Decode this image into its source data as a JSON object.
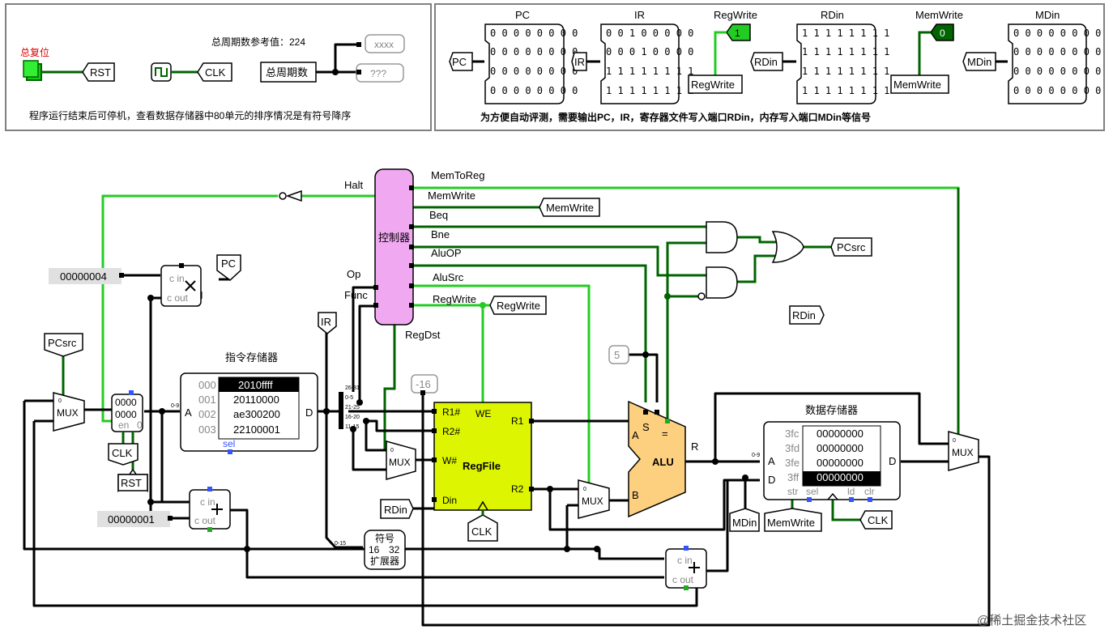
{
  "panel_left": {
    "reset_label": "总复位",
    "cycles_ref": "总周期数参考值：224",
    "rst_tunnel": "RST",
    "clk_tunnel": "CLK",
    "cycles_tunnel": "总周期数",
    "probe_top": "xxxx",
    "probe_bottom": "???",
    "note": "程序运行结束后可停机，查看数据存储器中80单元的排序情况是有符号降序"
  },
  "panel_right": {
    "note": "为方便自动评测，需要输出PC，IR，寄存器文件写入端口RDin，内存写入端口MDin等信号",
    "pc": {
      "title": "PC",
      "tunnel": "PC",
      "bits": [
        "0 0 0 0 0 0 0 0",
        "0 0 0 0 0 0 0 0",
        "0 0 0 0 0 0 0 0",
        "0 0 0 0 0 0 0 0"
      ]
    },
    "ir": {
      "title": "IR",
      "tunnel": "IR",
      "bits": [
        "0 0 1 0 0 0 0 0",
        "0 0 0 1 0 0 0 0",
        "1 1 1 1 1 1 1 1",
        "1 1 1 1 1 1 1 1"
      ]
    },
    "regwrite": {
      "title": "RegWrite",
      "tunnel": "RegWrite",
      "value": "1"
    },
    "rdin": {
      "title": "RDin",
      "tunnel": "RDin",
      "bits": [
        "1 1 1 1 1 1 1 1",
        "1 1 1 1 1 1 1 1",
        "1 1 1 1 1 1 1 1",
        "1 1 1 1 1 1 1 1"
      ]
    },
    "memwrite": {
      "title": "MemWrite",
      "tunnel": "MemWrite",
      "value": "0"
    },
    "mdin": {
      "title": "MDin",
      "tunnel": "MDin",
      "bits": [
        "0 0 0 0 0 0 0 0",
        "0 0 0 0 0 0 0 0",
        "0 0 0 0 0 0 0 0",
        "0 0 0 0 0 0 0 0"
      ]
    }
  },
  "controller": {
    "title": "控制器",
    "outputs": [
      "Halt",
      "MemToReg",
      "MemWrite",
      "Beq",
      "Bne",
      "AluOP",
      "AluSrc",
      "RegWrite",
      "RegDst"
    ],
    "inputs": [
      "Op",
      "Func"
    ]
  },
  "tunnels": {
    "memwrite": "MemWrite",
    "pcsrc_out": "PCsrc",
    "regwrite": "RegWrite",
    "rdin_right": "RDin",
    "pc": "PC",
    "ir": "IR",
    "pcsrc_in": "PCsrc",
    "clk_pc": "CLK",
    "rst_pc": "RST",
    "rdin_reg": "RDin",
    "clk_reg": "CLK",
    "mdin": "MDin",
    "memwrite_ram": "MemWrite",
    "clk_ram": "CLK"
  },
  "constants": {
    "four": "00000004",
    "one": "00000001",
    "minus16": "-16",
    "five": "5"
  },
  "adder_pc": {
    "cin": "c in",
    "cout": "c out"
  },
  "adder_inc": {
    "cin": "c in",
    "cout": "c out"
  },
  "adder_branch": {
    "cin": "c in",
    "cout": "c out"
  },
  "pc_mux": {
    "label": "MUX",
    "zero": "0"
  },
  "pc_reg": {
    "q": "0000",
    "d": "0000",
    "en": "en",
    "zero": "0"
  },
  "imem": {
    "title": "指令存储器",
    "addrs": [
      "000",
      "001",
      "002",
      "003"
    ],
    "words": [
      "2010ffff",
      "20110000",
      "ae300200",
      "22100001"
    ],
    "addr_pin": "A",
    "data_pin": "D",
    "sel": "sel",
    "range": "0-9"
  },
  "splitter": {
    "ranges": [
      "26-31",
      "0-5",
      "21-25",
      "16-20",
      "11-15"
    ],
    "imm_range": "0-15"
  },
  "regdst_mux": {
    "label": "MUX",
    "zero": "0"
  },
  "regfile": {
    "title": "RegFile",
    "r1": "R1#",
    "r2": "R2#",
    "w": "W#",
    "din": "Din",
    "we": "WE",
    "out1": "R1",
    "out2": "R2"
  },
  "alusrc_mux": {
    "label": "MUX",
    "zero": "0"
  },
  "alu": {
    "title": "ALU",
    "a": "A",
    "b": "B",
    "s": "S",
    "eq": "=",
    "r": "R"
  },
  "sign_ext": {
    "line1": "符号",
    "in": "16",
    "out": "32",
    "line2": "扩展器"
  },
  "dmem": {
    "title": "数据存储器",
    "addrs": [
      "3fc",
      "3fd",
      "3fe",
      "3ff"
    ],
    "words": [
      "00000000",
      "00000000",
      "00000000",
      "00000000"
    ],
    "a": "A",
    "d": "D",
    "d_out": "D",
    "str": "str",
    "sel": "sel",
    "ld": "ld",
    "clr": "clr",
    "range": "0-9"
  },
  "memtoreg_mux": {
    "label": "MUX",
    "zero": "0"
  },
  "watermark": "@稀土掘金技术社区"
}
